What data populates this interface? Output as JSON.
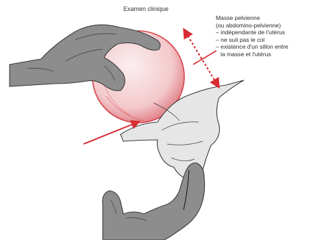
{
  "figure": {
    "title": "Examen clinique",
    "legend": {
      "heading_line1": "Masse pelvienne",
      "heading_line2": "(ou abdomino-pelvienne)",
      "items": [
        "– indépendante de l'utérus",
        "– ne suit pas le col",
        "– existence d'un sillon entre",
        "la masse et l'utérus"
      ]
    },
    "colors": {
      "mass_fill": "#f3c9cc",
      "mass_outline": "#d6424a",
      "arrow": "#d82c34",
      "hand_fill": "#8d8d8d",
      "hand_outline": "#3a3a3a",
      "uterus_fill": "#e6e6e6"
    }
  }
}
